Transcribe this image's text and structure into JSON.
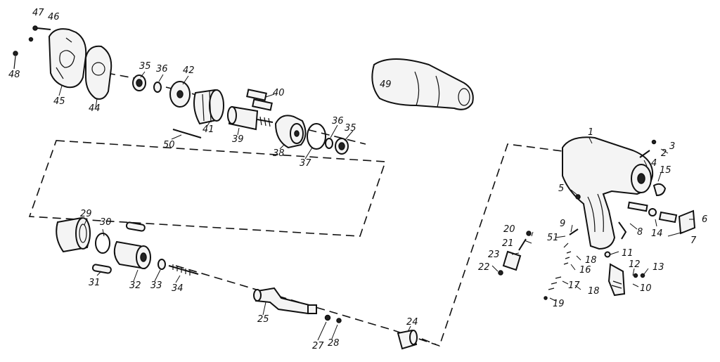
{
  "labels": [
    {
      "id": "p47",
      "text": "47"
    },
    {
      "id": "p46",
      "text": "46"
    },
    {
      "id": "p48",
      "text": "48"
    },
    {
      "id": "p45",
      "text": "45"
    },
    {
      "id": "p44",
      "text": "44"
    },
    {
      "id": "p35a",
      "text": "35"
    },
    {
      "id": "p36",
      "text": "36"
    },
    {
      "id": "p42",
      "text": "42"
    },
    {
      "id": "p40",
      "text": "40"
    },
    {
      "id": "p41",
      "text": "41"
    },
    {
      "id": "p39",
      "text": "39"
    },
    {
      "id": "p50",
      "text": "50"
    },
    {
      "id": "p38",
      "text": "38"
    },
    {
      "id": "p37",
      "text": "37"
    },
    {
      "id": "p36b",
      "text": "36"
    },
    {
      "id": "p35b",
      "text": "35"
    },
    {
      "id": "p49",
      "text": "49"
    },
    {
      "id": "p1",
      "text": "1"
    },
    {
      "id": "p3",
      "text": "3"
    },
    {
      "id": "p2",
      "text": "2"
    },
    {
      "id": "p4",
      "text": "4"
    },
    {
      "id": "p15",
      "text": "15"
    },
    {
      "id": "p5",
      "text": "5"
    },
    {
      "id": "p6",
      "text": "6"
    },
    {
      "id": "p7",
      "text": "7"
    },
    {
      "id": "p8",
      "text": "8"
    },
    {
      "id": "p14",
      "text": "14"
    },
    {
      "id": "p9",
      "text": "9"
    },
    {
      "id": "p51",
      "text": "51"
    },
    {
      "id": "p20",
      "text": "20"
    },
    {
      "id": "p21",
      "text": "21"
    },
    {
      "id": "p23",
      "text": "23"
    },
    {
      "id": "p22",
      "text": "22"
    },
    {
      "id": "p11",
      "text": "11"
    },
    {
      "id": "p18a",
      "text": "18"
    },
    {
      "id": "p16",
      "text": "16"
    },
    {
      "id": "p12",
      "text": "12"
    },
    {
      "id": "p13",
      "text": "13"
    },
    {
      "id": "p17",
      "text": "17"
    },
    {
      "id": "p18b",
      "text": "18"
    },
    {
      "id": "p10",
      "text": "10"
    },
    {
      "id": "p19",
      "text": "19"
    },
    {
      "id": "p29",
      "text": "29"
    },
    {
      "id": "p30",
      "text": "30"
    },
    {
      "id": "p31",
      "text": "31"
    },
    {
      "id": "p32",
      "text": "32"
    },
    {
      "id": "p33",
      "text": "33"
    },
    {
      "id": "p34",
      "text": "34"
    },
    {
      "id": "p25",
      "text": "25"
    },
    {
      "id": "p27",
      "text": "27"
    },
    {
      "id": "p28",
      "text": "28"
    },
    {
      "id": "p24",
      "text": "24"
    }
  ]
}
